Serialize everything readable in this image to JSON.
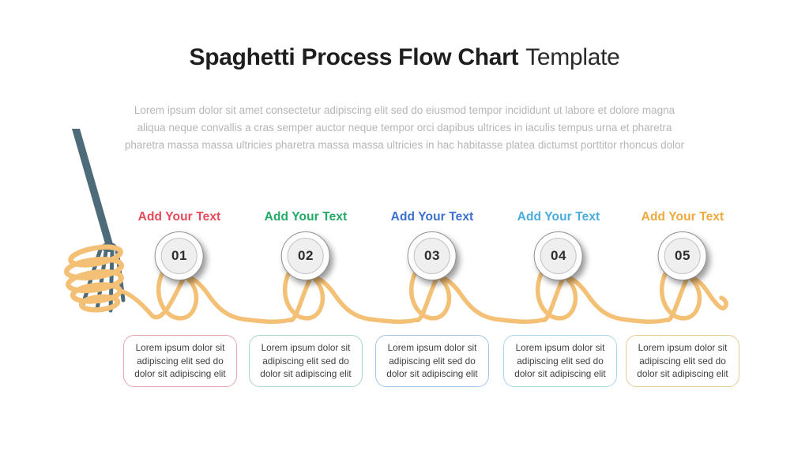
{
  "slide": {
    "title_bold": "Spaghetti Process Flow Chart",
    "title_regular": "Template",
    "intro_lines": [
      "Lorem ipsum dolor sit amet consectetur adipiscing elit  sed do eiusmod tempor incididunt ut labore et dolore magna",
      "aliqua neque convallis a cras semper auctor neque tempor orci dapibus ultrices in iaculis tempus urna et pharetra",
      "pharetra massa massa ultricies pharetra massa massa ultricies in hac habitasse platea dictumst  porttitor rhoncus dolor"
    ]
  },
  "illustration": {
    "icon": "fork-with-spaghetti-icon",
    "fork_color": "#4e6b79",
    "spaghetti_color": "#f4c075"
  },
  "steps": [
    {
      "number": "01",
      "label": "Add Your Text",
      "color": "#e8495a",
      "box_border": "#e5a8ac",
      "box_lines": [
        "Lorem ipsum dolor sit",
        "adipiscing elit sed do",
        "dolor sit adipiscing elit"
      ]
    },
    {
      "number": "02",
      "label": "Add Your Text",
      "color": "#23a966",
      "box_border": "#a9d8c4",
      "box_lines": [
        "Lorem ipsum dolor sit",
        "adipiscing elit sed do",
        "dolor sit adipiscing elit"
      ]
    },
    {
      "number": "03",
      "label": "Add Your Text",
      "color": "#3b70cc",
      "box_border": "#a6c4e4",
      "box_lines": [
        "Lorem ipsum dolor sit",
        "adipiscing elit sed do",
        "dolor sit adipiscing elit"
      ]
    },
    {
      "number": "04",
      "label": "Add Your Text",
      "color": "#4aacdc",
      "box_border": "#abd6e8",
      "box_lines": [
        "Lorem ipsum dolor sit",
        "adipiscing elit sed do",
        "dolor sit adipiscing elit"
      ]
    },
    {
      "number": "05",
      "label": "Add Your Text",
      "color": "#f0a93c",
      "box_border": "#e6cd96",
      "box_lines": [
        "Lorem ipsum dolor sit",
        "adipiscing elit sed do",
        "dolor sit adipiscing elit"
      ]
    }
  ]
}
